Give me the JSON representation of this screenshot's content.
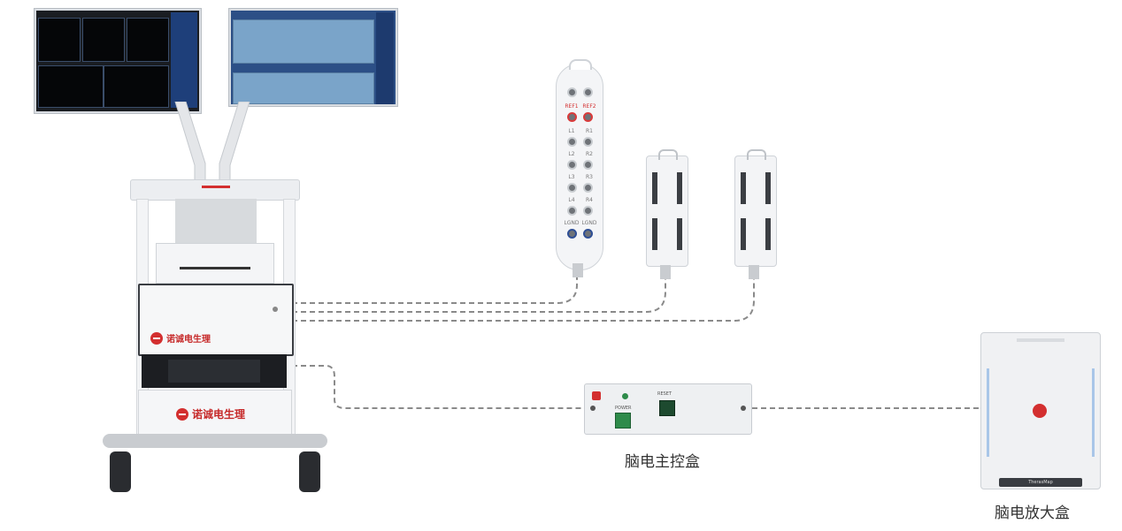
{
  "diagram": {
    "cart": {
      "brand_name_top": "诺诚电生理",
      "brand_name_bottom": "诺诚电生理"
    },
    "electrode_box": {
      "labels_left": [
        "L1",
        "L2",
        "L3",
        "L4",
        "LGND"
      ],
      "labels_right": [
        "R1",
        "R2",
        "R3",
        "R4",
        "LGND"
      ],
      "ref_left": "REF1",
      "ref_right": "REF2"
    },
    "control_box": {
      "caption": "脑电主控盒",
      "power_label": "POWER",
      "reset_label": "RESET"
    },
    "amplifier_box": {
      "caption": "脑电放大盒",
      "brand_small": "TherasMap"
    },
    "colors": {
      "brand_red": "#d32f2f",
      "dashed_line": "#8a8a8a",
      "device_white": "#f1f2f4",
      "screen_dark": "#050608",
      "screen_blue": "#7aa4c9",
      "power_green": "#2e8b4a"
    }
  }
}
